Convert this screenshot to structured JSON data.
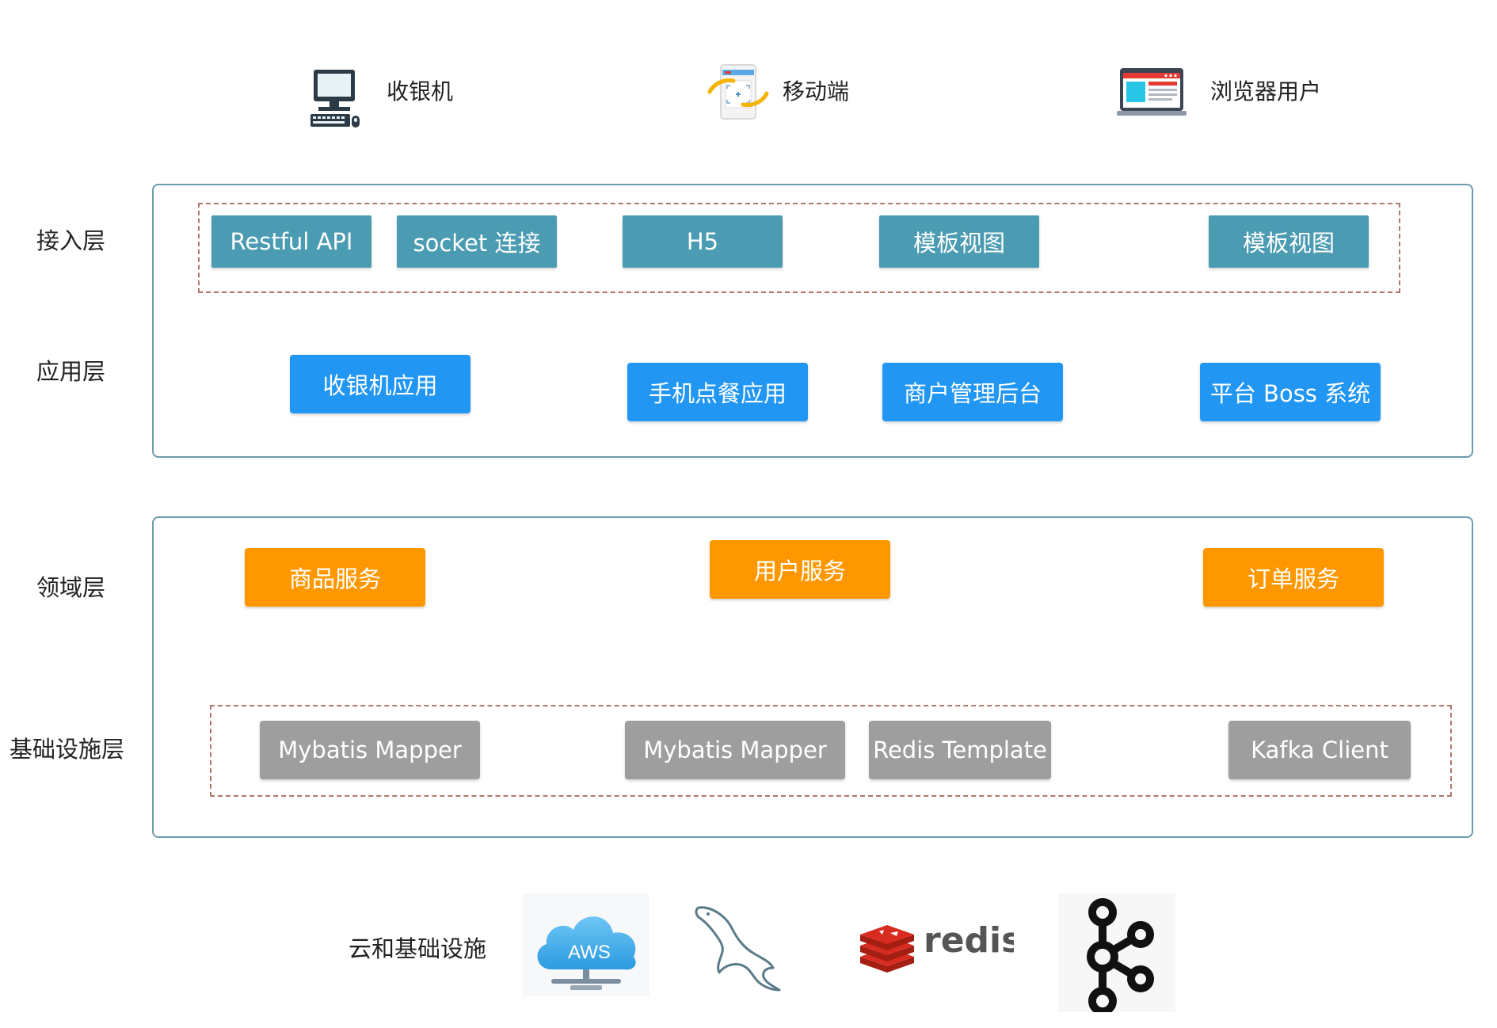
{
  "clients": [
    {
      "label": "收银机",
      "icon": "desktop-computer-icon"
    },
    {
      "label": "移动端",
      "icon": "mobile-device-icon"
    },
    {
      "label": "浏览器用户",
      "icon": "browser-window-icon"
    }
  ],
  "layers": {
    "access": "接入层",
    "application": "应用层",
    "domain": "领域层",
    "infrastructure": "基础设施层"
  },
  "access_items": [
    "Restful API",
    "socket 连接",
    "H5",
    "模板视图",
    "模板视图"
  ],
  "application_items": [
    "收银机应用",
    "手机点餐应用",
    "商户管理后台",
    "平台 Boss 系统"
  ],
  "domain_items": [
    "商品服务",
    "用户服务",
    "订单服务"
  ],
  "infrastructure_items": [
    "Mybatis Mapper",
    "Mybatis Mapper",
    "Redis Template",
    "Kafka Client"
  ],
  "cloud": {
    "label": "云和基础设施",
    "logos": [
      {
        "name": "aws-cloud-logo",
        "text": "AWS"
      },
      {
        "name": "mysql-dolphin-logo"
      },
      {
        "name": "redis-logo",
        "text": "redis"
      },
      {
        "name": "kafka-logo"
      }
    ]
  },
  "colors": {
    "frame": "#6b9bb0",
    "dashed": "#b0786c",
    "access": "#4b9bb2",
    "application": "#2196f3",
    "domain": "#ff9800",
    "infrastructure": "#9e9e9e"
  }
}
